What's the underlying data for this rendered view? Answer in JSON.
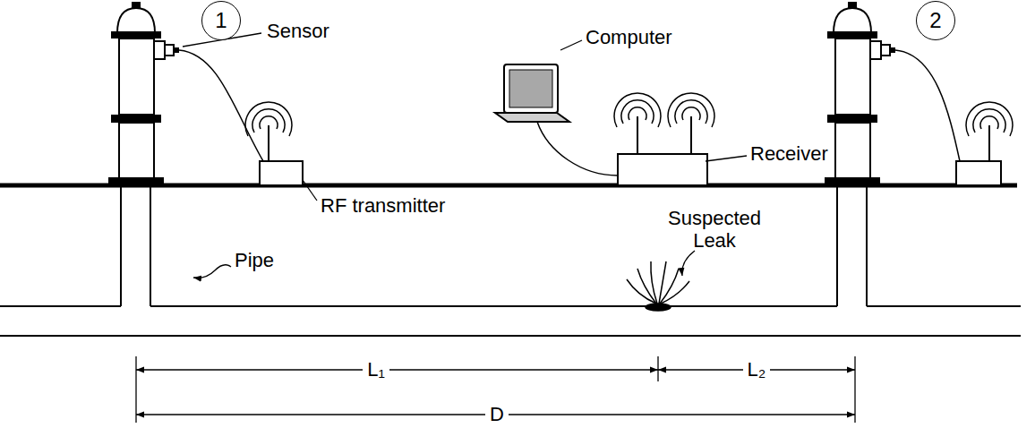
{
  "diagram": {
    "nodes": [
      {
        "text": [
          "1"
        ]
      },
      {
        "text": [
          "2"
        ]
      }
    ],
    "labels": [
      "Sensor",
      "Computer",
      "RF transmitter",
      "Receiver",
      "Suspected Leak",
      "Pipe",
      "L₁",
      "L₂",
      "D"
    ]
  }
}
